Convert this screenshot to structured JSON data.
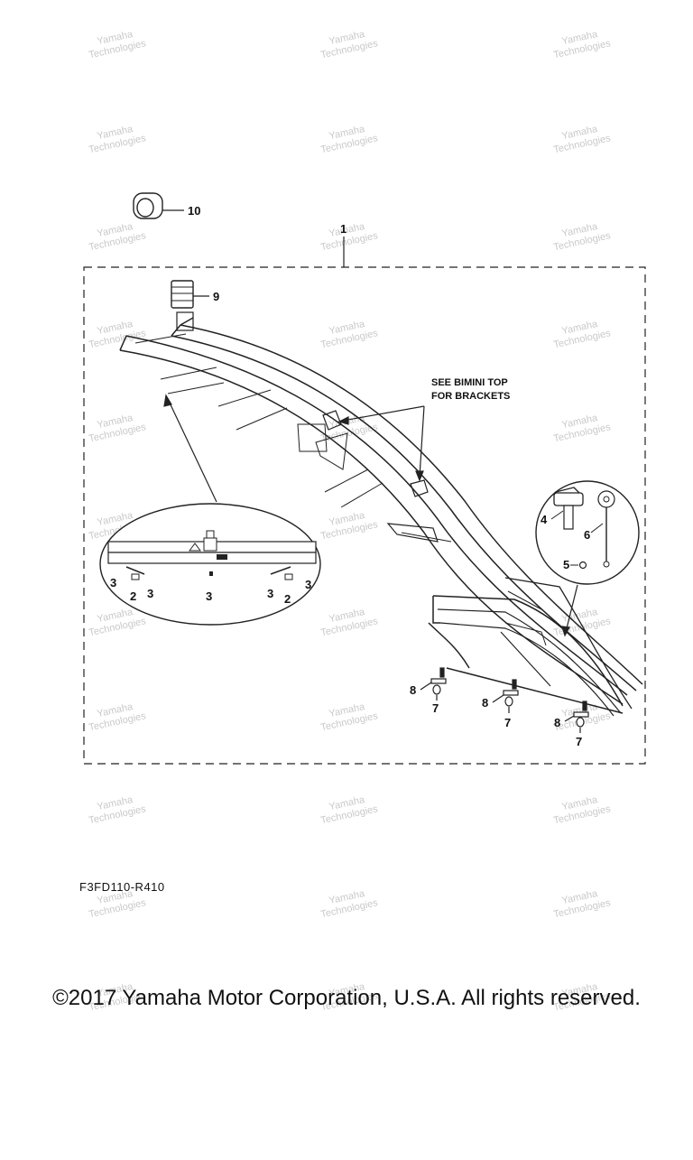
{
  "diagram": {
    "callouts": {
      "c1": "1",
      "c2a": "2",
      "c2b": "2",
      "c3a": "3",
      "c3b": "3",
      "c3c": "3",
      "c3d": "3",
      "c3e": "3",
      "c4": "4",
      "c5": "5",
      "c6": "6",
      "c7a": "7",
      "c7b": "7",
      "c7c": "7",
      "c8a": "8",
      "c8b": "8",
      "c8c": "8",
      "c9": "9",
      "c10": "10"
    },
    "note_line1": "SEE BIMINI TOP",
    "note_line2": "FOR BRACKETS",
    "watermark_line1": "Yamaha",
    "watermark_line2": "Technologies"
  },
  "footer": {
    "drawing_code": "F3FD110-R410",
    "copyright": "©2017 Yamaha Motor Corporation, U.S.A. All rights reserved."
  }
}
